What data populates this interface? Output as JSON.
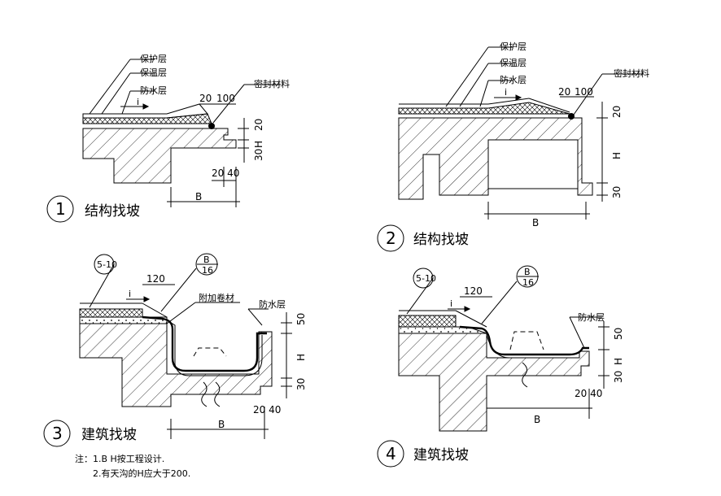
{
  "labels": {
    "protect": "保护层",
    "insulate": "保温层",
    "waterproof": "防水层",
    "sealant": "密封材料",
    "additional": "附加卷材",
    "slope": "i"
  },
  "dims": {
    "d20": "20",
    "d100": "100",
    "d120": "120",
    "d50": "50",
    "d30": "30",
    "H": "H",
    "B": "B",
    "d2040": "20 40"
  },
  "refs": {
    "ref1": "5-10",
    "ref2_top": "B",
    "ref2_bot": "16"
  },
  "captions": [
    {
      "num": "1",
      "text": "结构找坡"
    },
    {
      "num": "2",
      "text": "结构找坡"
    },
    {
      "num": "3",
      "text": "建筑找坡"
    },
    {
      "num": "4",
      "text": "建筑找坡"
    }
  ],
  "notes": {
    "line1": "注：1.B  H按工程设计.",
    "line2": "2.有天沟的H应大于200."
  }
}
